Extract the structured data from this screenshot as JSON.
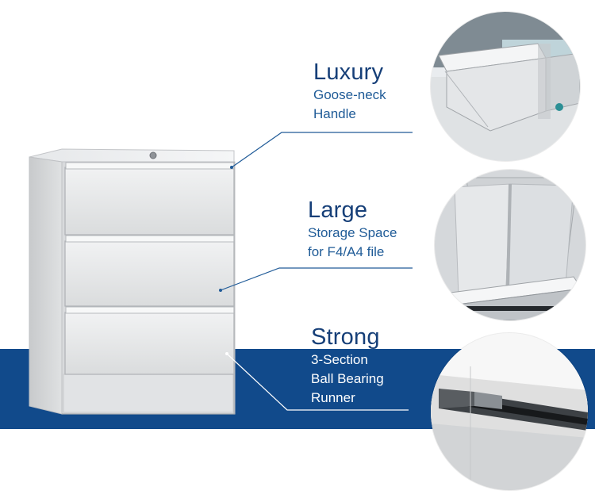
{
  "callouts": [
    {
      "heading": "Luxury",
      "lines": [
        "Goose-neck",
        "Handle"
      ]
    },
    {
      "heading": "Large",
      "lines": [
        "Storage Space",
        "for F4/A4 file"
      ]
    },
    {
      "heading": "Strong",
      "lines": [
        "3-Section",
        "Ball Bearing",
        "Runner"
      ]
    }
  ],
  "colors": {
    "band": "#114a8b",
    "heading": "#163f78",
    "subtitle": "#1f5b97"
  }
}
